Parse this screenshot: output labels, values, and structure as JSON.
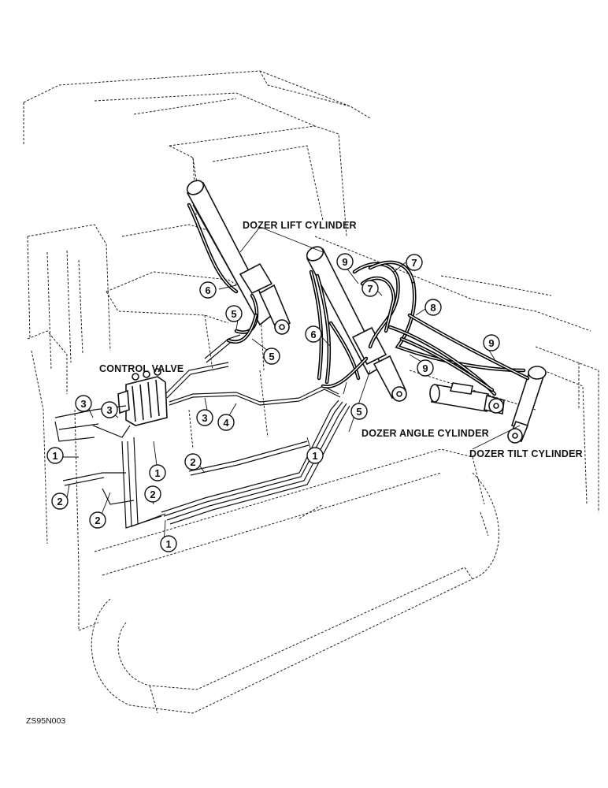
{
  "labels": {
    "dozer_lift_cylinder": "DOZER LIFT CYLINDER",
    "control_valve": "CONTROL VALVE",
    "dozer_angle_cylinder": "DOZER ANGLE CYLINDER",
    "dozer_tilt_cylinder": "DOZER TILT CYLINDER"
  },
  "callouts": [
    "1",
    "1",
    "1",
    "1",
    "2",
    "2",
    "2",
    "2",
    "3",
    "3",
    "3",
    "4",
    "5",
    "5",
    "5",
    "6",
    "6",
    "7",
    "7",
    "8",
    "9",
    "9",
    "9"
  ],
  "figure_code": "ZS95N003"
}
